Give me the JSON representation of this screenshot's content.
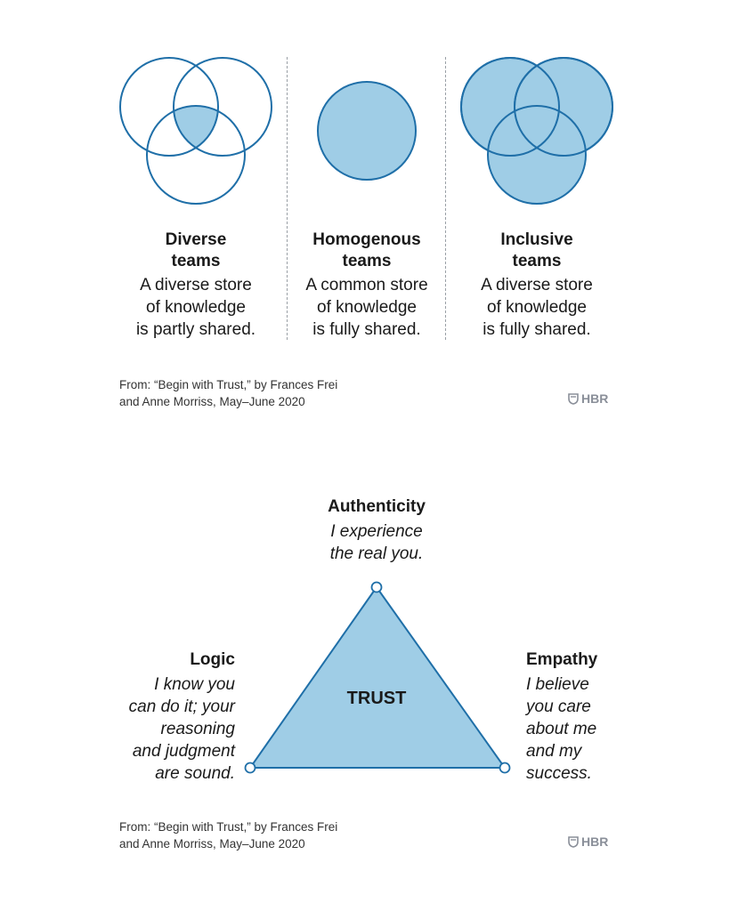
{
  "top": {
    "columns": [
      {
        "title_line1": "Diverse",
        "title_line2": "teams",
        "desc": [
          "A diverse store",
          "of knowledge",
          "is partly shared."
        ]
      },
      {
        "title_line1": "Homogenous",
        "title_line2": "teams",
        "desc": [
          "A common store",
          "of knowledge",
          "is fully shared."
        ]
      },
      {
        "title_line1": "Inclusive",
        "title_line2": "teams",
        "desc": [
          "A diverse store",
          "of knowledge",
          "is fully shared."
        ]
      }
    ],
    "source": [
      "From: “Begin with Trust,” by Frances Frei",
      "and Anne Morriss, May–June 2020"
    ],
    "brand": "HBR"
  },
  "triangle": {
    "center": "TRUST",
    "authenticity": {
      "title": "Authenticity",
      "desc": [
        "I experience",
        "the real you."
      ]
    },
    "logic": {
      "title": "Logic",
      "desc": [
        "I know you",
        "can do it; your",
        "reasoning",
        "and judgment",
        "are sound."
      ]
    },
    "empathy": {
      "title": "Empathy",
      "desc": [
        "I believe",
        "you care",
        "about me",
        "and my",
        "success."
      ]
    },
    "source": [
      "From: “Begin with Trust,” by Frances Frei",
      "and Anne Morriss, May–June 2020"
    ],
    "brand": "HBR"
  },
  "colors": {
    "fill": "#9fcde6",
    "stroke": "#1f6fa8",
    "text": "#1a1a1a",
    "muted": "#8a8f99"
  },
  "icons": [
    "shield-icon"
  ]
}
